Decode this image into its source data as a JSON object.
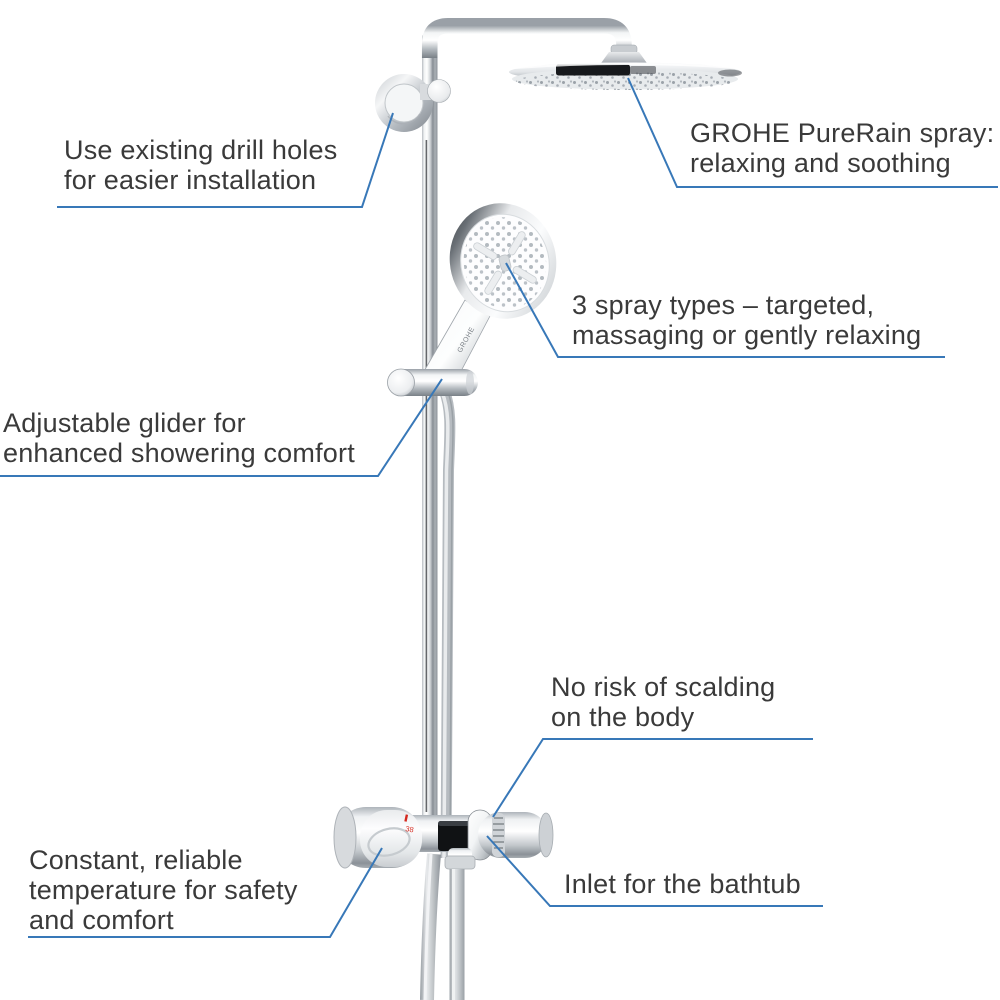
{
  "figure": {
    "type": "annotated-product-diagram",
    "background_color": "#ffffff",
    "callout_line_color": "#3878b8",
    "text_color": "#3a3a3a"
  },
  "product": {
    "kind": "thermostatic shower system with rain shower, hand shower and bath spout",
    "brand": "GROHE",
    "temp_safety_marking": "38",
    "marking_color": "#d4291f",
    "chrome_light": "#f5f6f7",
    "chrome_dark": "#7c828a"
  },
  "callouts": [
    {
      "id": "drill-holes",
      "lines": [
        "Use existing drill holes",
        "for easier installation"
      ]
    },
    {
      "id": "purerain",
      "lines": [
        "GROHE PureRain spray:",
        "relaxing and soothing"
      ]
    },
    {
      "id": "spray-types",
      "lines": [
        "3 spray types – targeted,",
        "massaging or gently relaxing"
      ]
    },
    {
      "id": "glider",
      "lines": [
        "Adjustable glider for",
        "enhanced showering comfort"
      ]
    },
    {
      "id": "scalding",
      "lines": [
        "No risk of scalding",
        "on the body"
      ]
    },
    {
      "id": "temperature",
      "lines": [
        "Constant, reliable",
        "temperature for safety",
        "and comfort"
      ]
    },
    {
      "id": "bathtub-inlet",
      "lines": [
        "Inlet for the bathtub"
      ]
    }
  ]
}
